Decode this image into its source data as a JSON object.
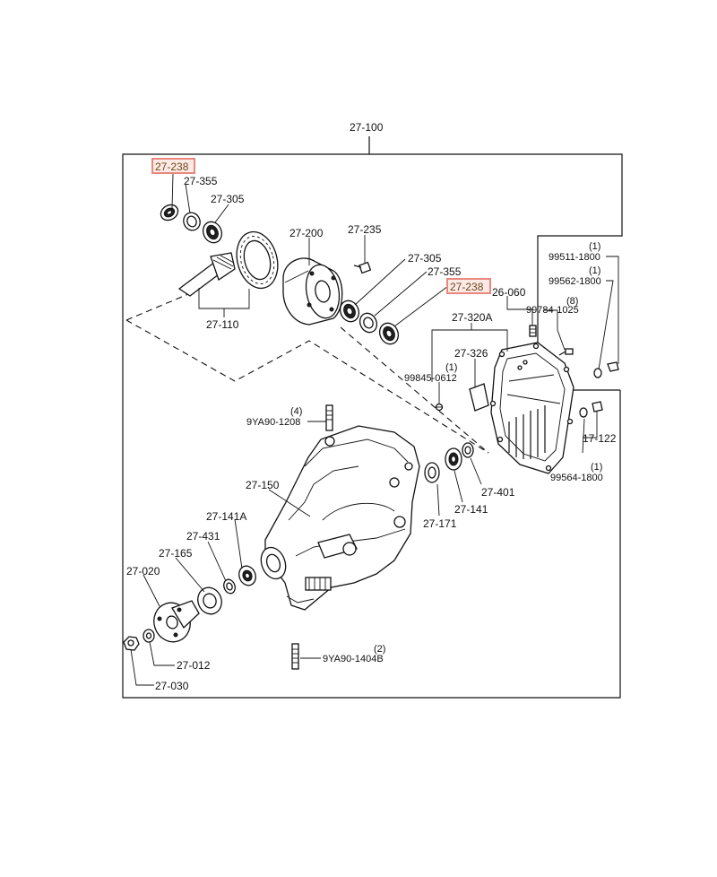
{
  "labels": {
    "top": "27-100",
    "p238a": "27-238",
    "p355a": "27-355",
    "p305a": "27-305",
    "p110": "27-110",
    "p200": "27-200",
    "p235": "27-235",
    "p305b": "27-305",
    "p355b": "27-355",
    "p238b": "27-238",
    "p060": "26-060",
    "p320a": "27-320A",
    "p326": "27-326",
    "q1a": "(1)",
    "p99845": "99845-0612",
    "q8": "(8)",
    "p99784": "99784-1025",
    "q1b": "(1)",
    "p99511": "99511-1800",
    "q1c": "(1)",
    "p99562": "99562-1800",
    "p17122": "17-122",
    "q1d": "(1)",
    "p99564": "99564-1800",
    "q4": "(4)",
    "p9ya1208": "9YA90-1208",
    "p150": "27-150",
    "p141a": "27-141A",
    "p431": "27-431",
    "p165": "27-165",
    "p020": "27-020",
    "p012": "27-012",
    "p030": "27-030",
    "p171": "27-171",
    "p141": "27-141",
    "p401": "27-401",
    "q2": "(2)",
    "p9ya1404": "9YA90-1404B"
  },
  "colors": {
    "line": "#111111",
    "highlight_fill": "#fde9e6",
    "highlight_border": "#e8897f"
  }
}
